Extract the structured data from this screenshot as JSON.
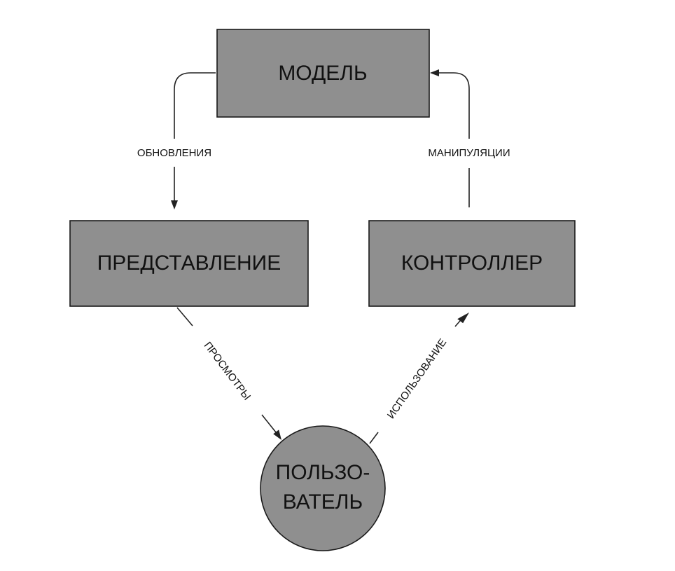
{
  "nodes": {
    "model": "МОДЕЛЬ",
    "view": "ПРЕДСТАВЛЕНИЕ",
    "controller": "КОНТРОЛЛЕР",
    "user_line1": "ПОЛЬЗО-",
    "user_line2": "ВАТЕЛЬ"
  },
  "edges": {
    "updates": "ОБНОВЛЕНИЯ",
    "manipulations": "МАНИПУЛЯЦИИ",
    "views": "ПРОСМОТРЫ",
    "usage": "ИСПОЛЬЗОВАНИЕ"
  },
  "colors": {
    "node_fill": "#8f8f8f",
    "stroke": "#1a1a1a",
    "background": "#ffffff"
  }
}
